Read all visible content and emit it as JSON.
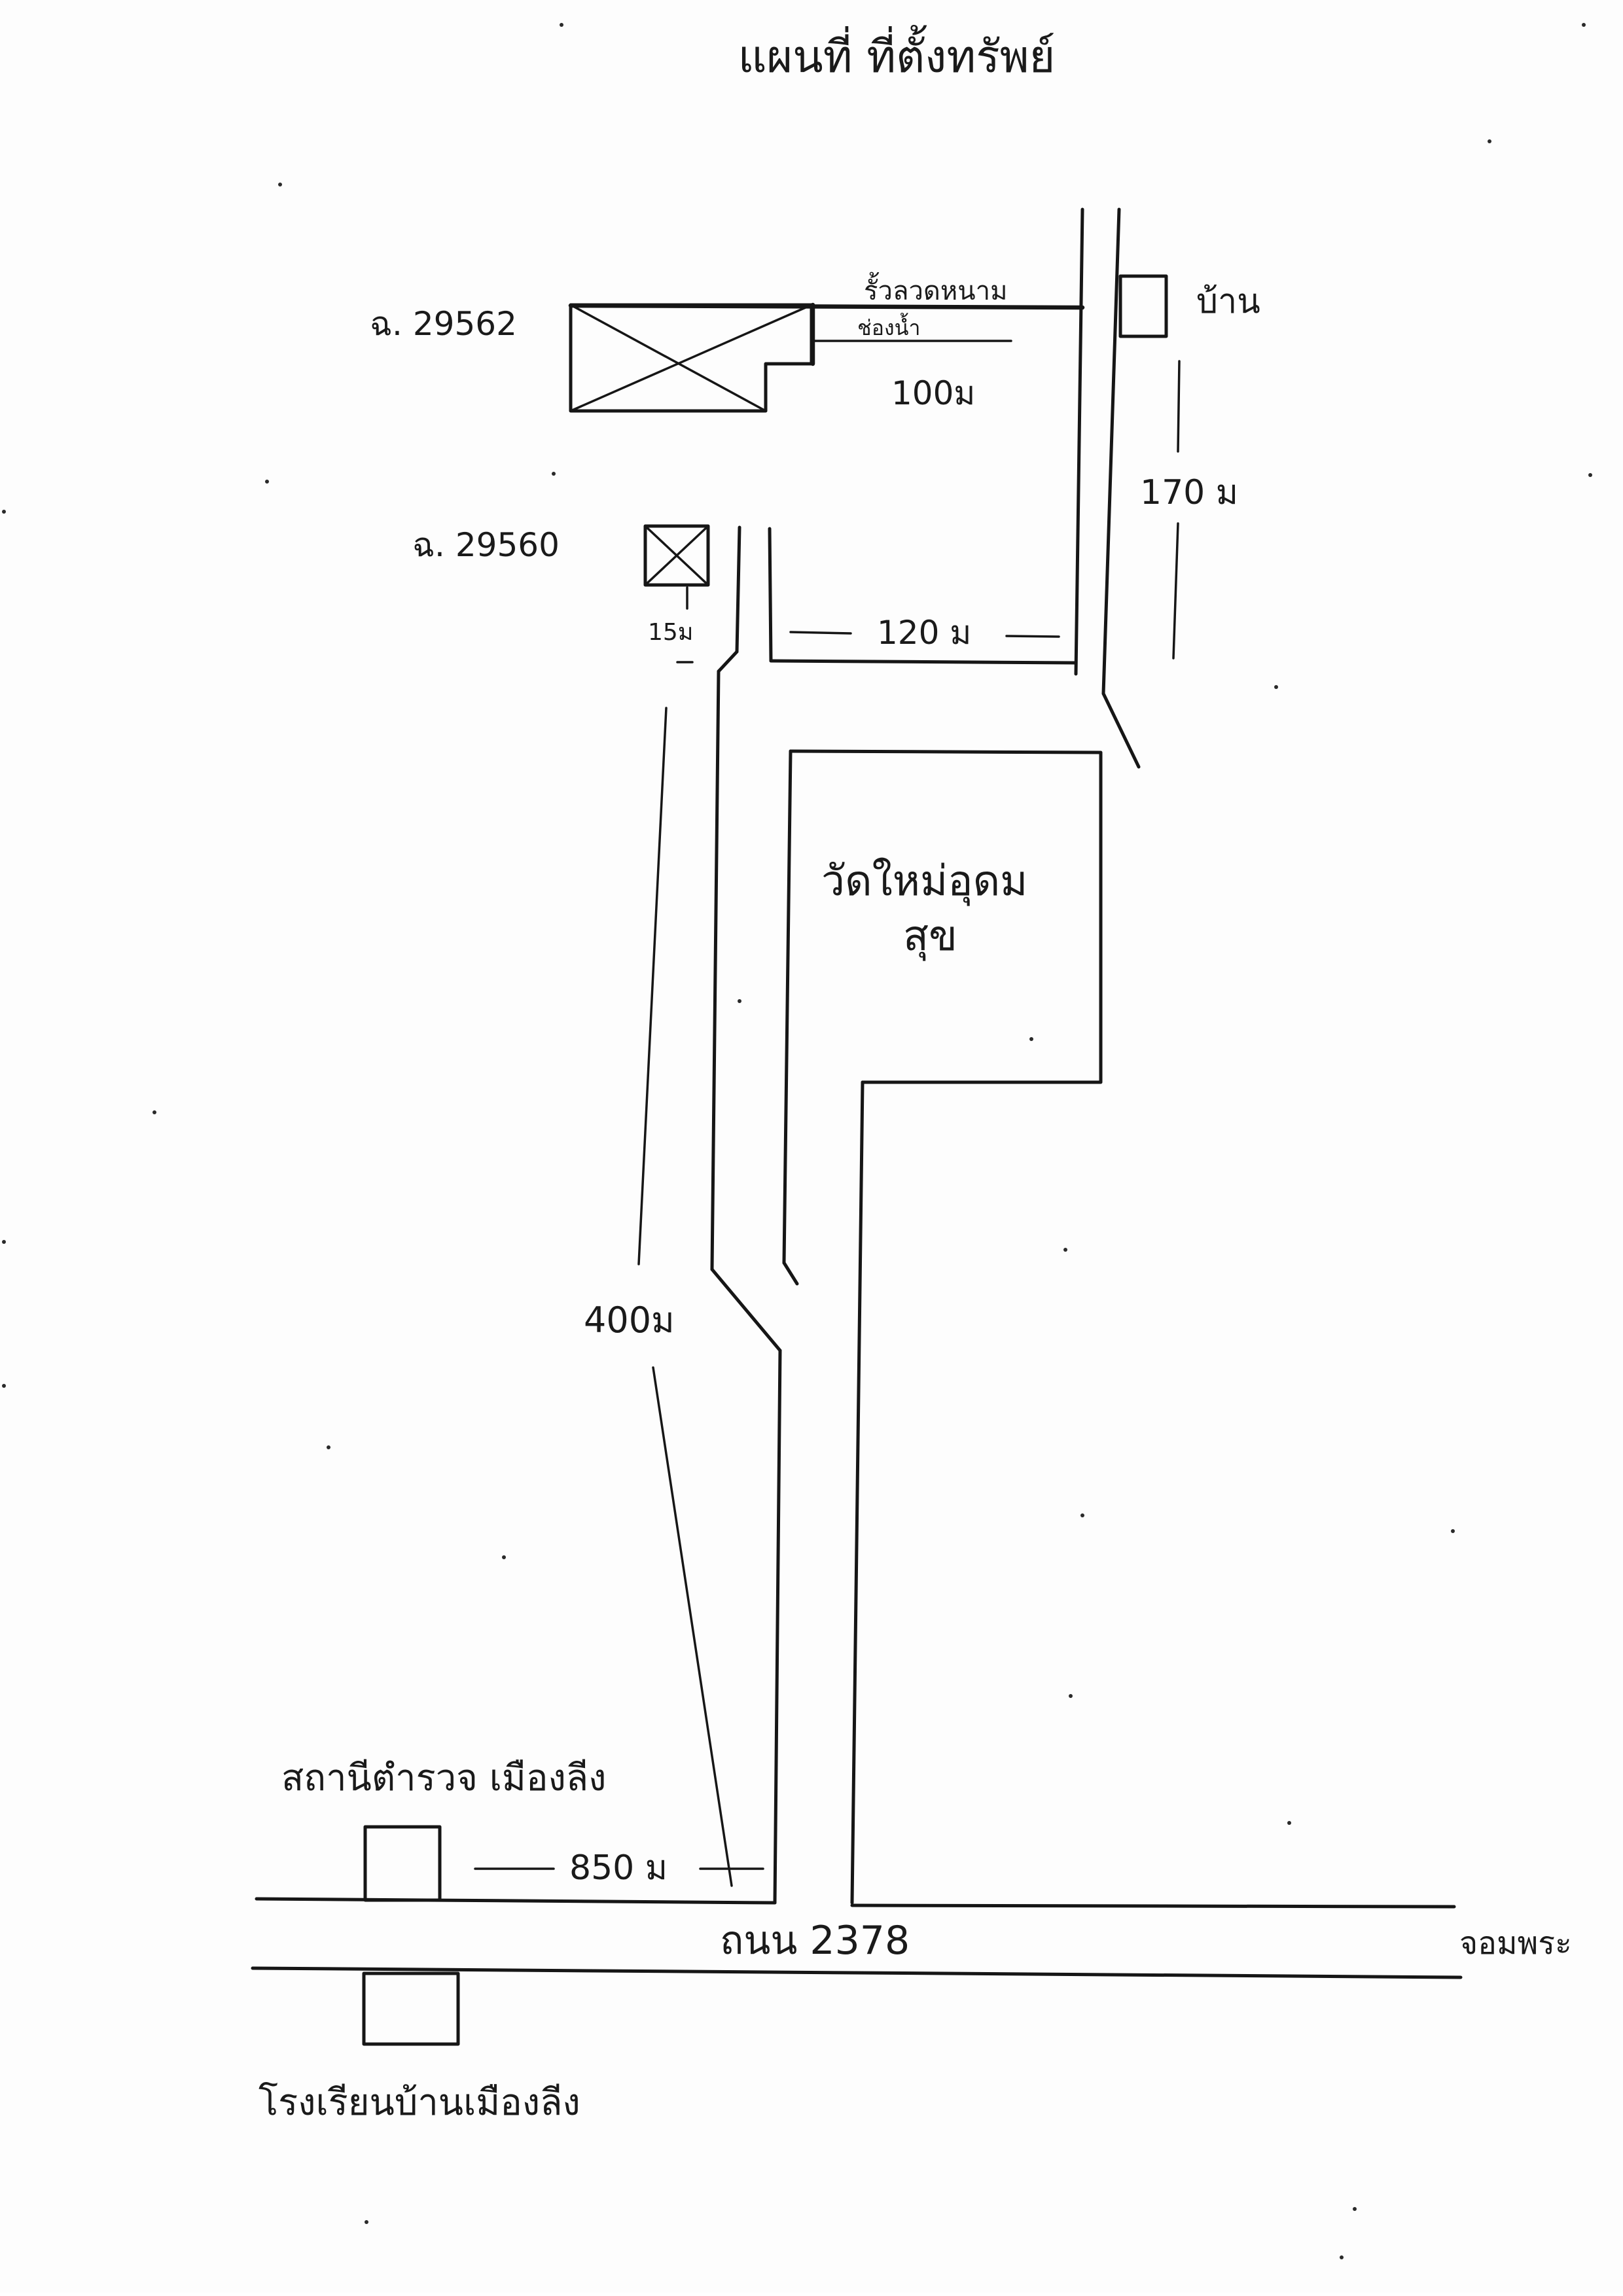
{
  "title": "แผนที่ ที่ตั้งทรัพย์",
  "parcels": {
    "north_parcel": "ฉ. 29562",
    "south_parcel": "ฉ. 29560"
  },
  "features": {
    "fence": "รั้วลวดหนาม",
    "frontage": "ช่องน้ำ",
    "house": "บ้าน",
    "temple_line1": "วัดใหม่อุดม",
    "temple_line2": "สุข",
    "police_station": "สถานีตำรวจ เมืองลีง",
    "school": "โรงเรียนบ้านเมืองลีง",
    "road": "ถนน 2378",
    "road_destination": "จอมพระ"
  },
  "distances": {
    "d_100": "100ม",
    "d_170": "170 ม",
    "d_120": "120 ม",
    "d_15": "15ม",
    "d_400": "400ม",
    "d_850": "850 ม"
  }
}
